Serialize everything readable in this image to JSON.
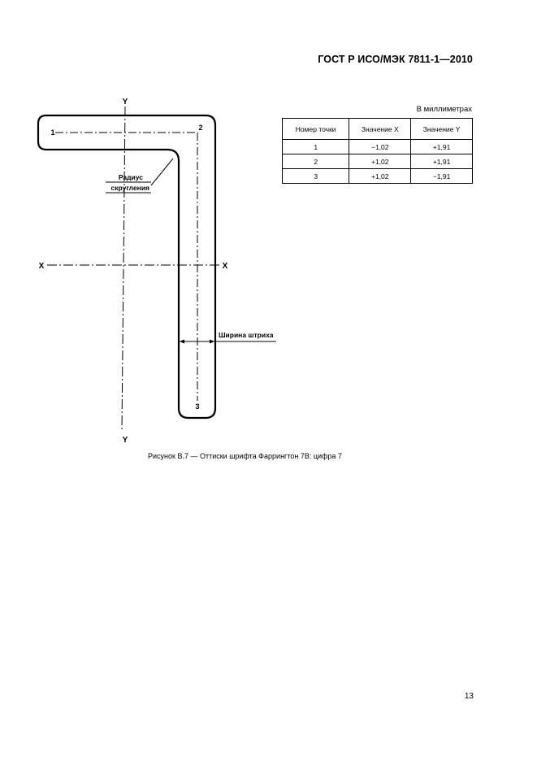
{
  "document": {
    "header": "ГОСТ Р ИСО/МЭК 7811-1—2010",
    "page_number": "13",
    "caption": "Рисунок В.7 — Оттиски шрифта Фаррингтон 7В: цифра 7"
  },
  "table": {
    "units": "В миллиметрах",
    "headers": [
      "Номер точки",
      "Значение X",
      "Значение Y"
    ],
    "rows": [
      [
        "1",
        "−1,02",
        "+1,91"
      ],
      [
        "2",
        "+1,02",
        "+1,91"
      ],
      [
        "3",
        "+1,02",
        "−1,91"
      ]
    ]
  },
  "figure": {
    "axis_y_top": "Y",
    "axis_y_bottom": "Y",
    "axis_x_left": "X",
    "axis_x_right": "X",
    "point_1": "1",
    "point_2": "2",
    "point_3": "3",
    "radius_label_line1": "Радиус",
    "radius_label_line2": "скругления",
    "width_label": "Ширина штриха"
  }
}
